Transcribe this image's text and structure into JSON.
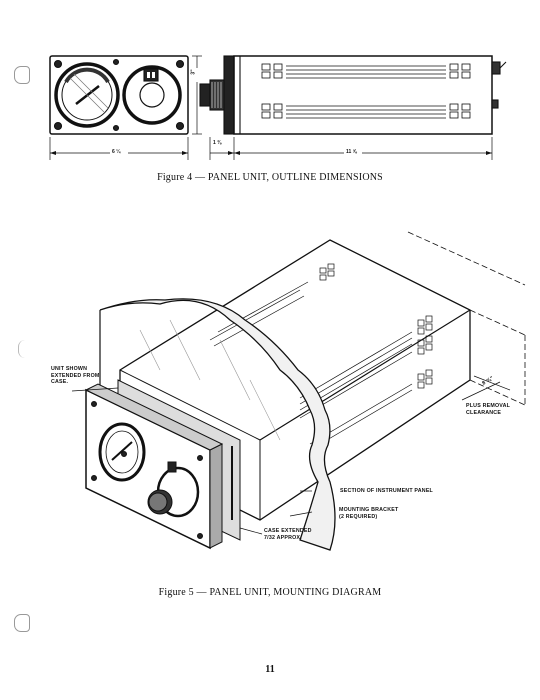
{
  "figure4": {
    "caption": "Figure 4 — PANEL UNIT, OUTLINE DIMENSIONS",
    "dim_width": "6 ¼",
    "dim_height": "3\"",
    "dim_front": "1 ⅜",
    "dim_length": "11 ⅝"
  },
  "figure5": {
    "caption": "Figure 5 — PANEL UNIT, MOUNTING DIAGRAM",
    "callouts": {
      "unit_shown": "UNIT SHOWN\nEXTENDED FROM\nCASE.",
      "plus_removal": "PLUS REMOVAL\nCLEARANCE",
      "removal_dim": "8 ⅝\"",
      "section_panel": "SECTION OF INSTRUMENT PANEL",
      "mounting_bracket": "MOUNTING BRACKET\n(2 REQUIRED)",
      "case_extended": "CASE EXTENDED\n7/32 APPROX."
    }
  },
  "page_number": "11"
}
